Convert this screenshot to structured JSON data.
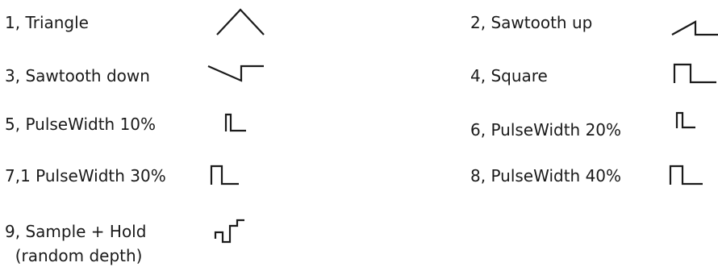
{
  "waveforms": [
    {
      "label": "1, Triangle",
      "icon": "triangle-wave-icon"
    },
    {
      "label": "2, Sawtooth up",
      "icon": "sawtooth-up-wave-icon"
    },
    {
      "label": "3, Sawtooth down",
      "icon": "sawtooth-down-wave-icon"
    },
    {
      "label": "4, Square",
      "icon": "square-wave-icon"
    },
    {
      "label": "5, PulseWidth 10%",
      "icon": "pulse-width-10-icon"
    },
    {
      "label": "6, PulseWidth 20%",
      "icon": "pulse-width-20-icon"
    },
    {
      "label": "7,1 PulseWidth 30%",
      "icon": "pulse-width-30-icon"
    },
    {
      "label": "8, PulseWidth 40%",
      "icon": "pulse-width-40-icon"
    },
    {
      "label": "9, Sample + Hold\n  (random depth)",
      "icon": "sample-and-hold-wave-icon"
    }
  ],
  "colors": {
    "text": "#1a1a1a",
    "background": "#ffffff"
  }
}
